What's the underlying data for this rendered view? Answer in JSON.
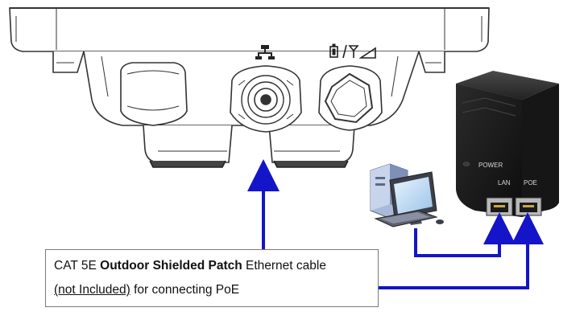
{
  "poe_injector": {
    "power_label": "POWER",
    "lan_label": "LAN",
    "poe_label": "POE"
  },
  "caption": {
    "line1_prefix": "CAT 5E ",
    "line1_bold": "Outdoor Shielded Patch",
    "line1_suffix": " Ethernet cable",
    "line2_underlined": "(not Included)",
    "line2_suffix": " for connecting PoE"
  },
  "colors": {
    "arrow": "#1414c8",
    "device_outline": "#333333",
    "injector_body": "#1e1e1e"
  },
  "icons": [
    "ethernet-icon",
    "power-antenna-icon",
    "desktop-computer-icon"
  ]
}
